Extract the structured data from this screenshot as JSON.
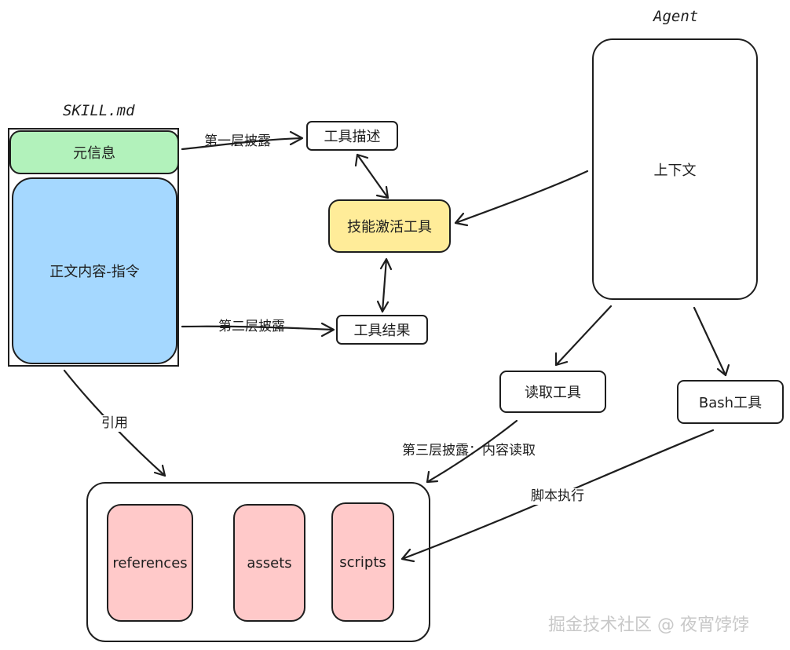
{
  "skill_file": {
    "title": "SKILL.md",
    "meta_label": "元信息",
    "body_label": "正文内容-指令"
  },
  "agent": {
    "title": "Agent",
    "context_label": "上下文"
  },
  "tools": {
    "tool_description": "工具描述",
    "skill_activation": "技能激活工具",
    "tool_result": "工具结果",
    "read_tool": "读取工具",
    "bash_tool": "Bash工具"
  },
  "edges": {
    "first_disclosure": "第一层披露",
    "second_disclosure": "第二层披露",
    "third_disclosure": "第三层披露：内容读取",
    "reference": "引用",
    "script_exec": "脚本执行"
  },
  "resources": {
    "references": "references",
    "assets": "assets",
    "scripts": "scripts"
  },
  "watermark": "掘金技术社区 @ 夜宵饽饽",
  "colors": {
    "meta_fill": "#b2f2bb",
    "body_fill": "#a5d8ff",
    "activation_fill": "#ffec99",
    "resource_fill": "#ffc9c9",
    "stroke": "#1e1e1e"
  }
}
